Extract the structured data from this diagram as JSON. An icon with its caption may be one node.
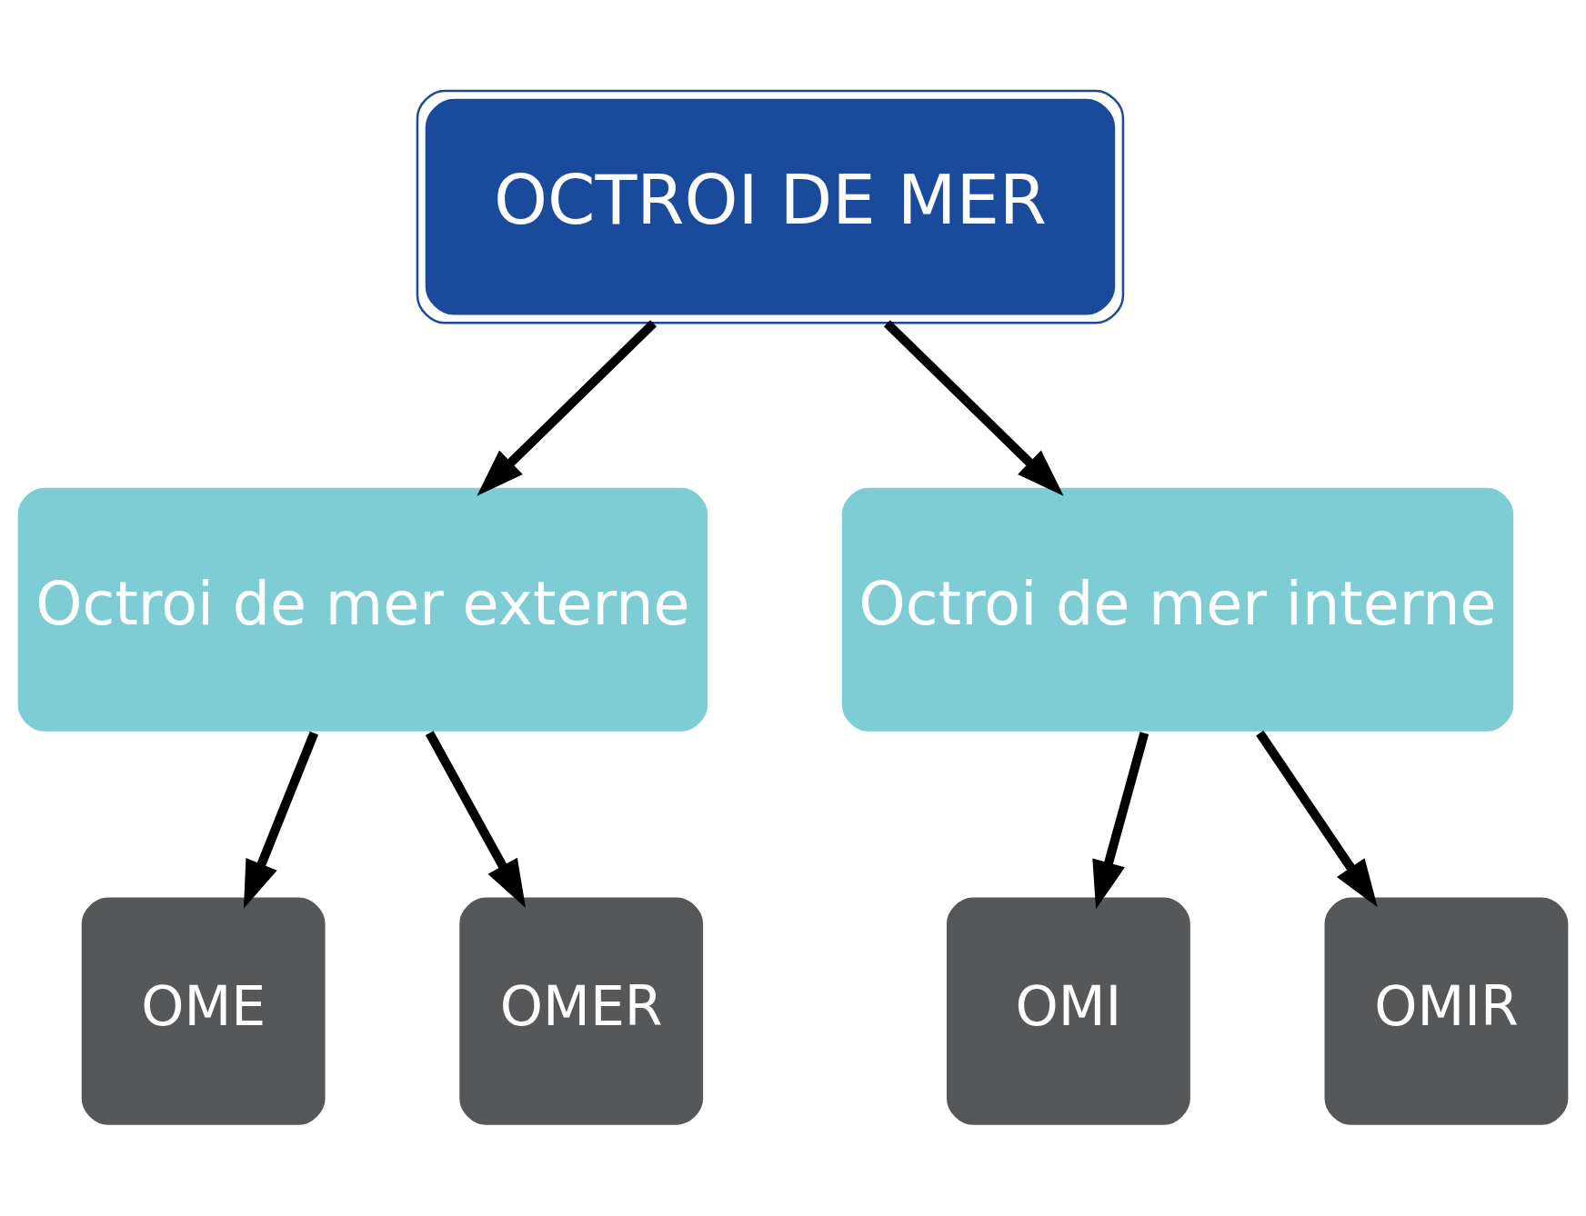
{
  "diagram": {
    "nodes": [
      {
        "text": [
          "OCTROI DE MER"
        ]
      },
      {
        "text": [
          "Octroi de mer externe"
        ]
      },
      {
        "text": [
          "Octroi de mer interne"
        ]
      },
      {
        "text": [
          "OME"
        ]
      },
      {
        "text": [
          "OMER"
        ]
      },
      {
        "text": [
          "OMI"
        ]
      },
      {
        "text": [
          "OMIR"
        ]
      }
    ],
    "edges": [
      {
        "from": 0,
        "to": 1,
        "arrow": "to"
      },
      {
        "from": 0,
        "to": 2,
        "arrow": "to"
      },
      {
        "from": 1,
        "to": 3,
        "arrow": "to"
      },
      {
        "from": 1,
        "to": 4,
        "arrow": "to"
      },
      {
        "from": 2,
        "to": 5,
        "arrow": "to"
      },
      {
        "from": 2,
        "to": 6,
        "arrow": "to"
      }
    ]
  }
}
